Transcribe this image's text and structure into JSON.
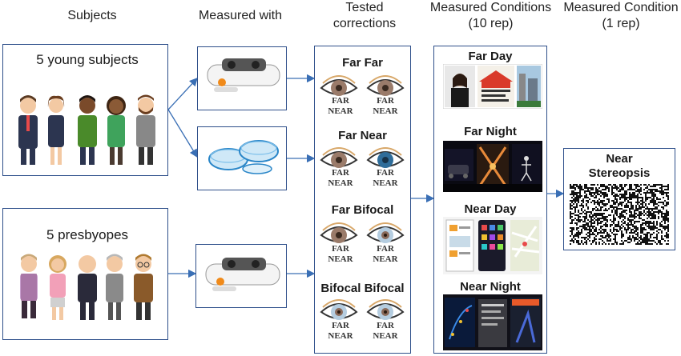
{
  "headers": {
    "subjects": "Subjects",
    "measured_with": "Measured with",
    "tested_corrections": "Tested corrections",
    "measured_conditions": "Measured Conditions (10 rep)",
    "measured_condition": "Measured Condition (1 rep)"
  },
  "groups": {
    "young": "5 young subjects",
    "presbyopes": "5 presbyopes"
  },
  "corrections": [
    {
      "title": "Far Far",
      "left": [
        "FAR",
        "NEAR"
      ],
      "right": [
        "FAR",
        "NEAR"
      ]
    },
    {
      "title": "Far Near",
      "left": [
        "FAR",
        "NEAR"
      ],
      "right": [
        "FAR",
        "NEAR"
      ]
    },
    {
      "title": "Far Bifocal",
      "left": [
        "FAR",
        "NEAR"
      ],
      "right": [
        "FAR",
        "NEAR"
      ]
    },
    {
      "title": "Bifocal Bifocal",
      "left": [
        "FAR",
        "NEAR"
      ],
      "right": [
        "FAR",
        "NEAR"
      ]
    }
  ],
  "conditions": [
    "Far Day",
    "Far Night",
    "Near Day",
    "Near Night"
  ],
  "final_condition": "Near Stereopsis",
  "colors": {
    "border": "#2e4f8a",
    "arrow": "#3a6fb5"
  }
}
